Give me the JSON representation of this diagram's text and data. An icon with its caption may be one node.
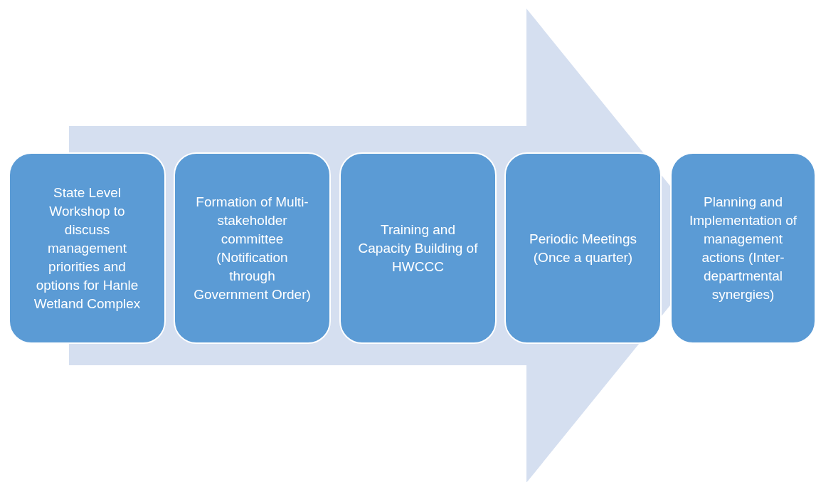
{
  "diagram": {
    "nodes": [
      {
        "text": [
          "State Level Workshop to discuss management priorities and options for Hanle Wetland Complex"
        ]
      },
      {
        "text": [
          "Formation of Multi-stakeholder committee (Notification through Government Order)"
        ]
      },
      {
        "text": [
          "Training and Capacity Building of HWCCC"
        ]
      },
      {
        "text": [
          "Periodic Meetings (Once a quarter)"
        ]
      },
      {
        "text": [
          "Planning and Implementation of management actions (Inter-departmental synergies)"
        ]
      }
    ],
    "edges": [
      {
        "from": 0,
        "to": 4,
        "arrow": "to",
        "style": "thick"
      }
    ]
  }
}
